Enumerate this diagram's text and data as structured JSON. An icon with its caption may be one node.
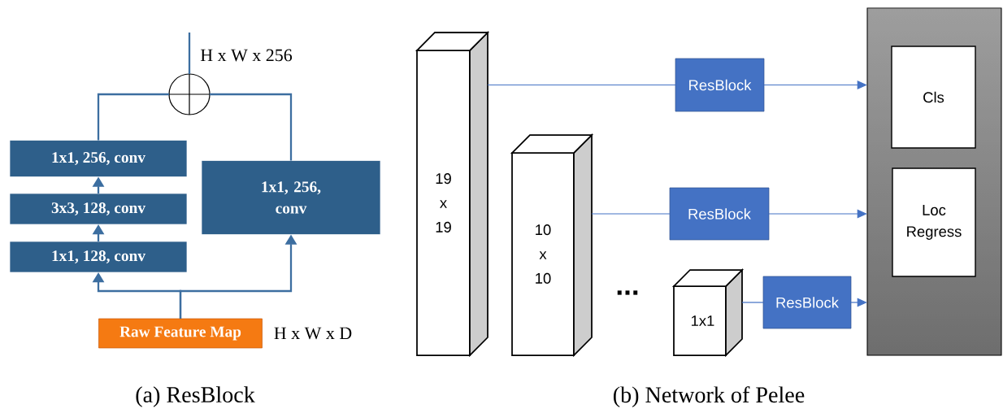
{
  "diagram": {
    "nodes": [
      {
        "text": [
          "1x1, 256, conv"
        ]
      },
      {
        "text": [
          "3x3, 128, conv"
        ]
      },
      {
        "text": [
          "1x1, 128, conv"
        ]
      },
      {
        "text": [
          "1x1, 256, conv"
        ]
      },
      {
        "text": [
          "Raw Feature Map"
        ],
        "beside": [
          "H x W x D"
        ]
      },
      {
        "text": [],
        "shape": "circle",
        "beside": [
          "H x W x 256"
        ]
      },
      {
        "text": [
          "19 x 19"
        ]
      },
      {
        "text": [
          "10 x 10"
        ]
      },
      {
        "text": [
          "1x1"
        ]
      },
      {
        "text": [
          "ResBlock"
        ]
      },
      {
        "text": [
          "ResBlock"
        ]
      },
      {
        "text": [
          "ResBlock"
        ]
      },
      {
        "text": [],
        "shape": "box"
      },
      {
        "text": [
          "Cls"
        ],
        "in": 12
      },
      {
        "text": [
          "Loc Regress"
        ],
        "in": 12
      }
    ],
    "edges": [
      {
        "from": 4,
        "to": 2,
        "arrow": "to"
      },
      {
        "from": 4,
        "to": 3,
        "arrow": "to"
      },
      {
        "from": 2,
        "to": 1,
        "arrow": "to"
      },
      {
        "from": 1,
        "to": 0,
        "arrow": "to"
      },
      {
        "from": 0,
        "to": 5,
        "arrow": "none"
      },
      {
        "from": 3,
        "to": 5,
        "arrow": "none"
      },
      {
        "from": 5,
        "to": null,
        "arrow": "none"
      },
      {
        "from": 6,
        "to": 9,
        "arrow": "none",
        "color": "#4472c4"
      },
      {
        "from": 9,
        "to": 12,
        "arrow": "to",
        "color": "#4472c4"
      },
      {
        "from": 7,
        "to": 10,
        "arrow": "none",
        "color": "#4472c4"
      },
      {
        "from": 10,
        "to": 12,
        "arrow": "to",
        "color": "#4472c4"
      },
      {
        "from": 8,
        "to": 11,
        "arrow": "none",
        "color": "#4472c4"
      },
      {
        "from": 11,
        "to": 12,
        "arrow": "to",
        "color": "#4472c4"
      }
    ],
    "labels": [
      "...",
      "(a) ResBlock",
      "(b) Network of Pelee"
    ]
  }
}
